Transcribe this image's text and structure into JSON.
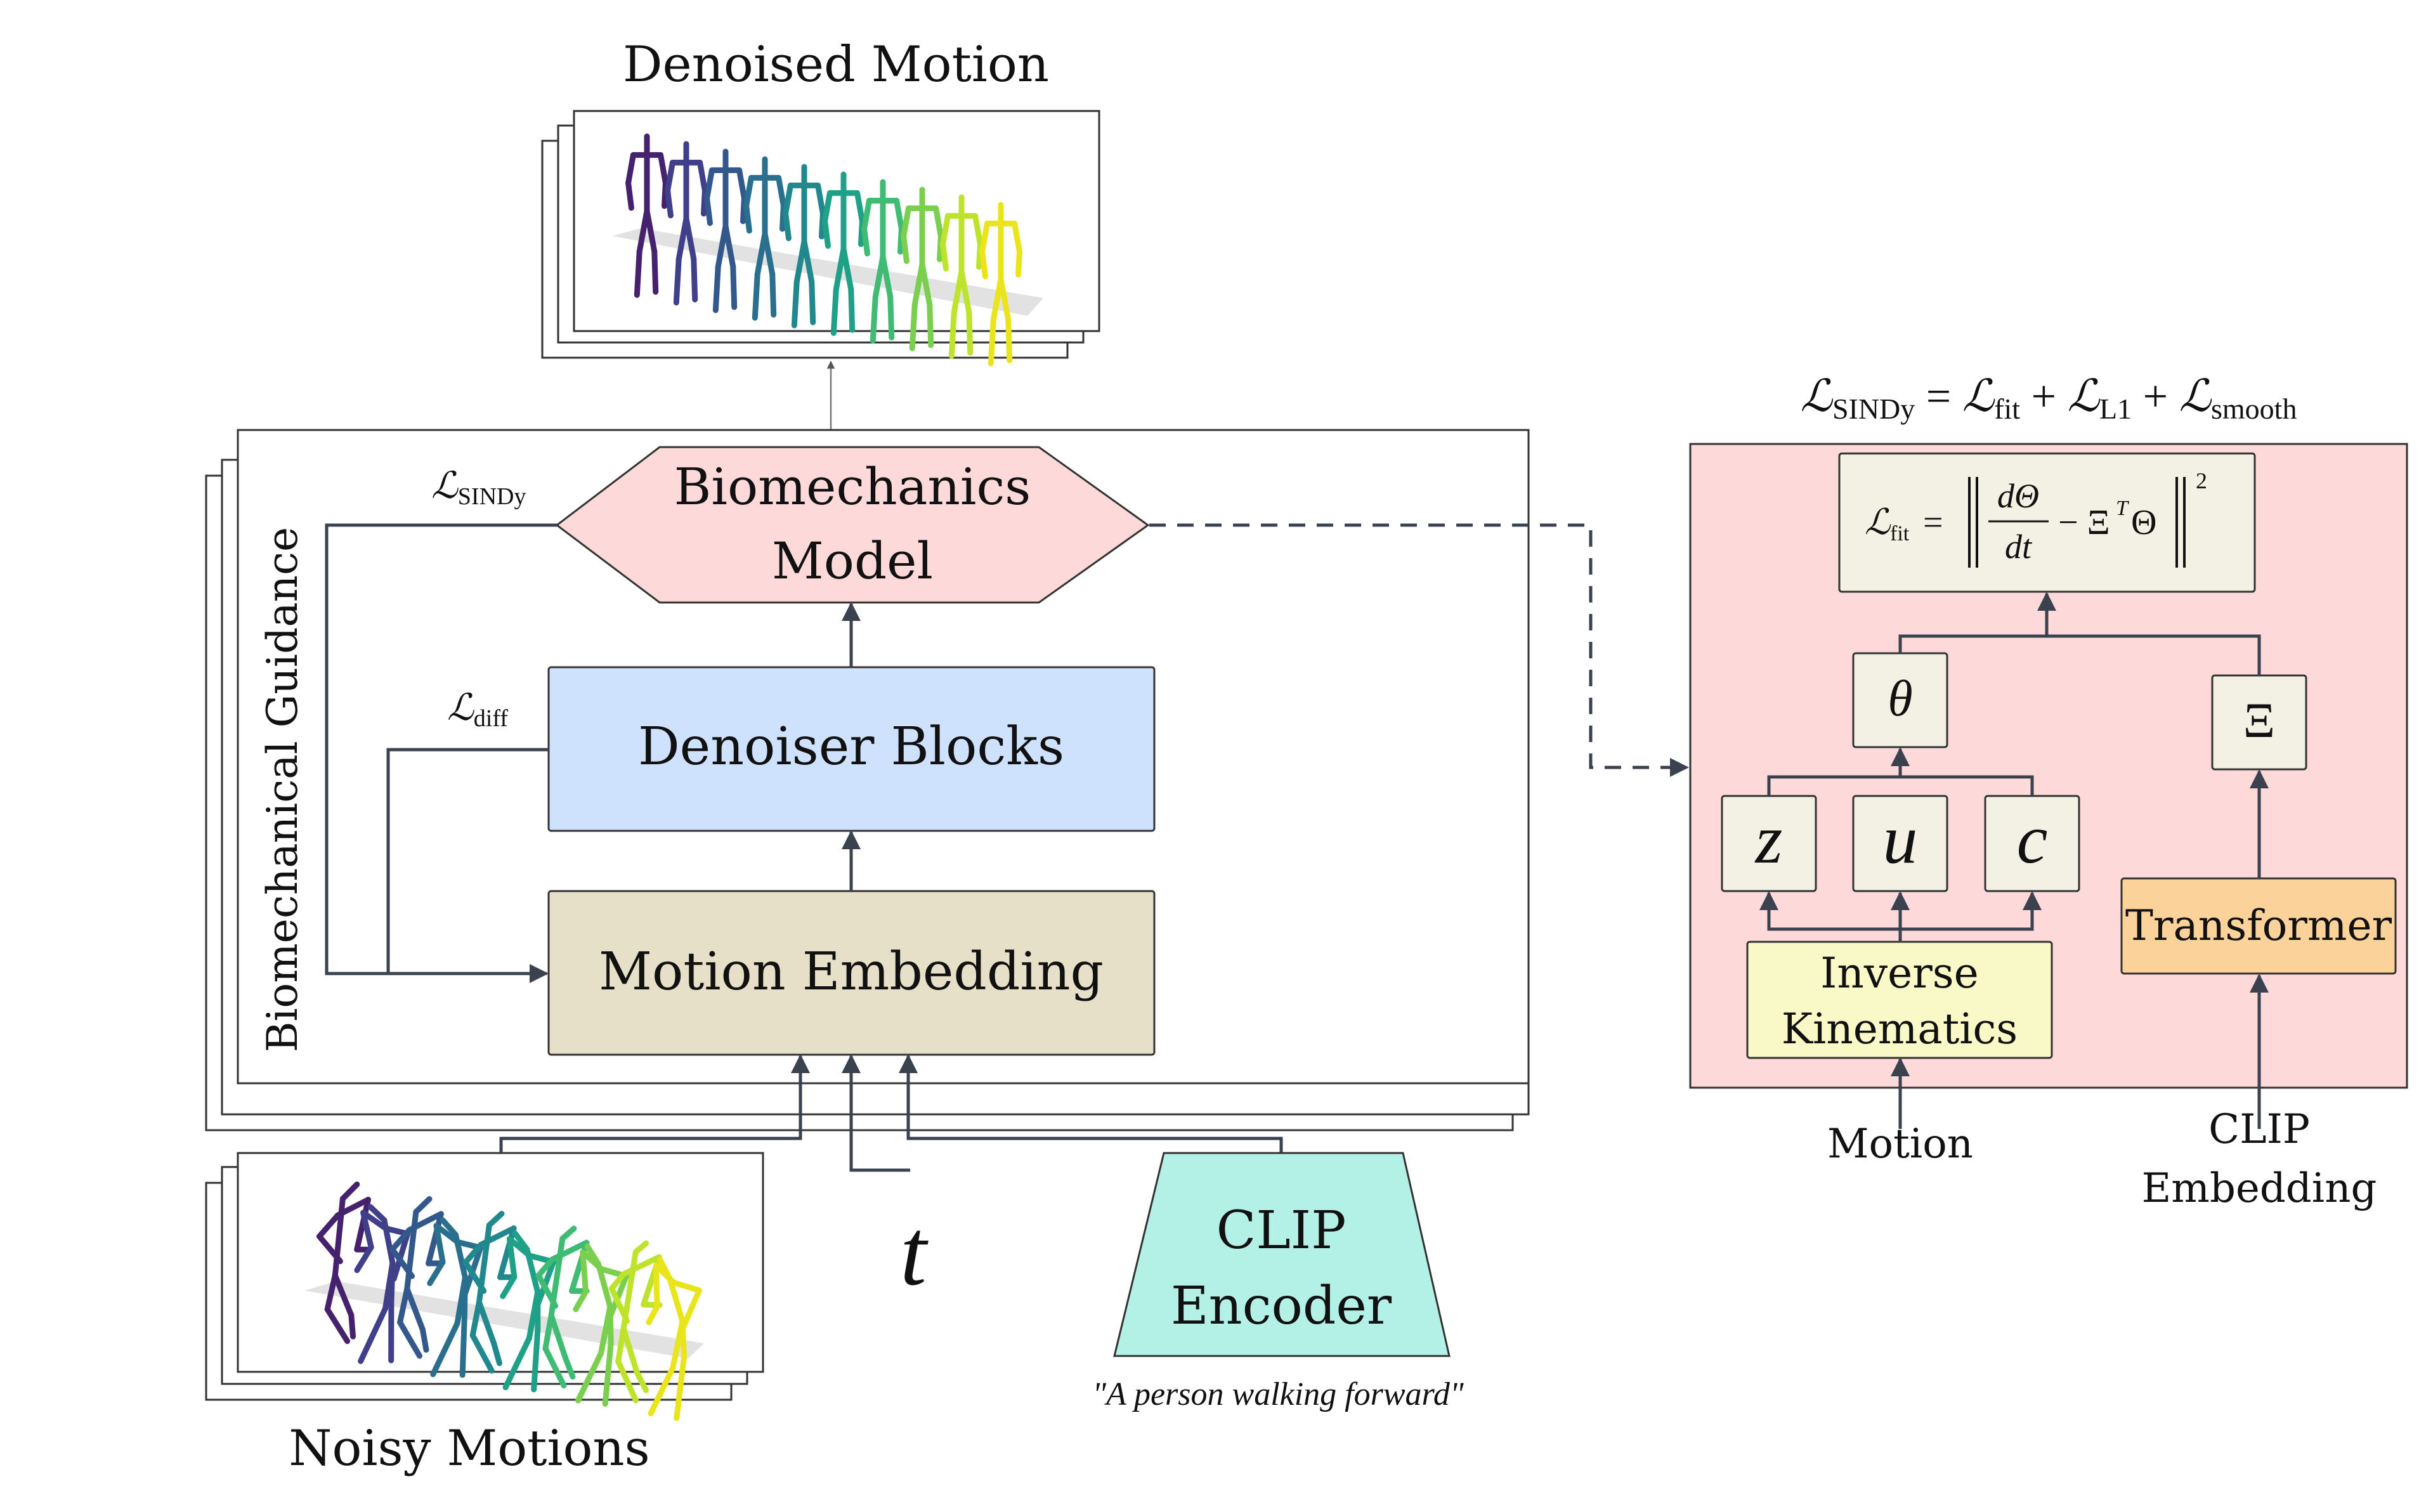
{
  "title_denoised": "Denoised Motion",
  "title_noisy": "Noisy Motions",
  "side_label": "Biomechanical Guidance",
  "biomech_line1": "Biomechanics",
  "biomech_line2": "Model",
  "denoiser": "Denoiser Blocks",
  "motion_embedding": "Motion Embedding",
  "loss_sindy_label": "ℒ",
  "loss_sindy_sub": "SINDy",
  "loss_diff_label": "ℒ",
  "loss_diff_sub": "diff",
  "timestep": "t",
  "clip_line1": "CLIP",
  "clip_line2": "Encoder",
  "prompt": "\"A person walking forward\"",
  "equation": {
    "L": "ℒ",
    "sindy": "SINDy",
    "eq": " = ",
    "fit": "fit",
    "plus": " + ",
    "l1": "L1",
    "smooth": "smooth"
  },
  "fit_formula": {
    "L": "ℒ",
    "sub": "fit",
    "eq": "=",
    "num": "dΘ",
    "den": "dt",
    "rest": "− Ξ",
    "sup_T": "T",
    "theta": "Θ",
    "sq": "2"
  },
  "theta": "θ",
  "xi": "Ξ",
  "z": "z",
  "u": "u",
  "c": "c",
  "ik_line1": "Inverse",
  "ik_line2": "Kinematics",
  "transformer": "Transformer",
  "input_motion": "Motion",
  "input_clip_line1": "CLIP",
  "input_clip_line2": "Embedding",
  "colors": {
    "biomech": "#fdd9d9",
    "denoiser": "#cfe2fd",
    "embedding": "#e6e0c8",
    "clip": "#b3f0e6",
    "right_panel": "#fdd9d9",
    "small_box": "#f3f1e3",
    "ik": "#f9f9c8",
    "transformer": "#fbd29a",
    "edge": "#3a4250"
  }
}
